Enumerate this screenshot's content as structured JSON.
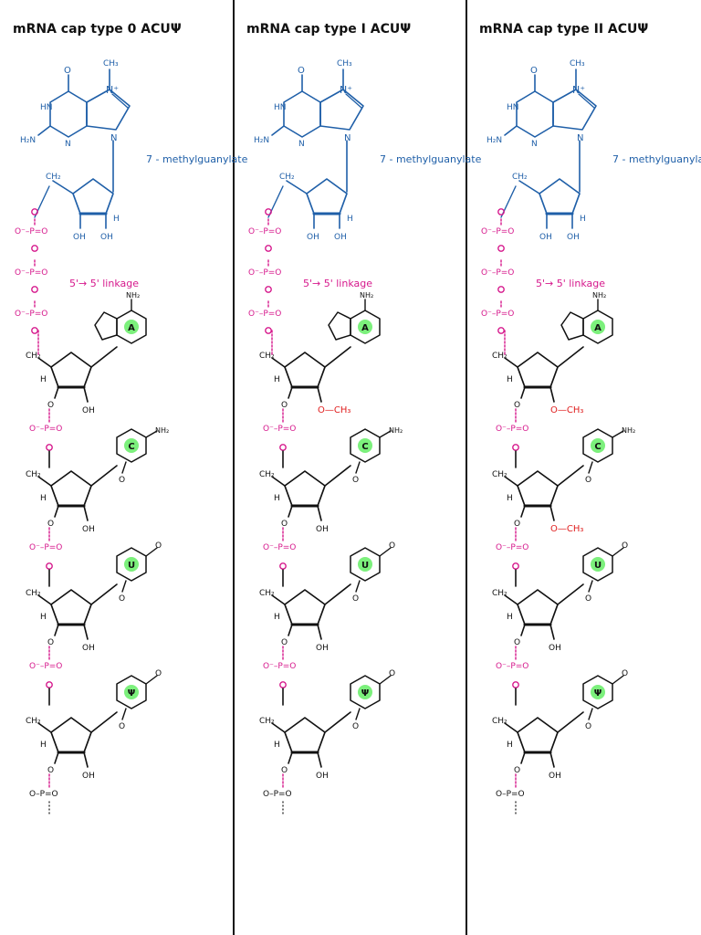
{
  "colors": {
    "guanosine": "#1f5fa8",
    "phosphate": "#d6188c",
    "backbone": "#111111",
    "methyl": "#e02020",
    "base_highlight": "#7cf07c"
  },
  "panels": [
    {
      "title": "mRNA cap type 0   ACUΨ",
      "methylated_ribose": [],
      "bases": [
        "A",
        "C",
        "U",
        "Ψ"
      ]
    },
    {
      "title": "mRNA cap type I   ACUΨ",
      "methylated_ribose": [
        0
      ],
      "bases": [
        "A",
        "C",
        "U",
        "Ψ"
      ]
    },
    {
      "title": "mRNA cap type II   ACUΨ",
      "methylated_ribose": [
        0,
        1
      ],
      "bases": [
        "A",
        "C",
        "U",
        "Ψ"
      ]
    }
  ],
  "labels": {
    "methylguanylate": "7 - methylguanylate",
    "linkage": "5'→ 5'  linkage",
    "methyl_group": "O—CH₃",
    "ch3": "CH₃",
    "nplus": "N⁺",
    "h2n": "H₂N",
    "hn": "HN",
    "o": "O",
    "n": "N",
    "nh2": "NH₂",
    "ch2": "CH₂",
    "oh": "OH",
    "h": "H",
    "phosphate_mid": "O⁻–P=O",
    "phosphate_end": "O–P=O"
  }
}
